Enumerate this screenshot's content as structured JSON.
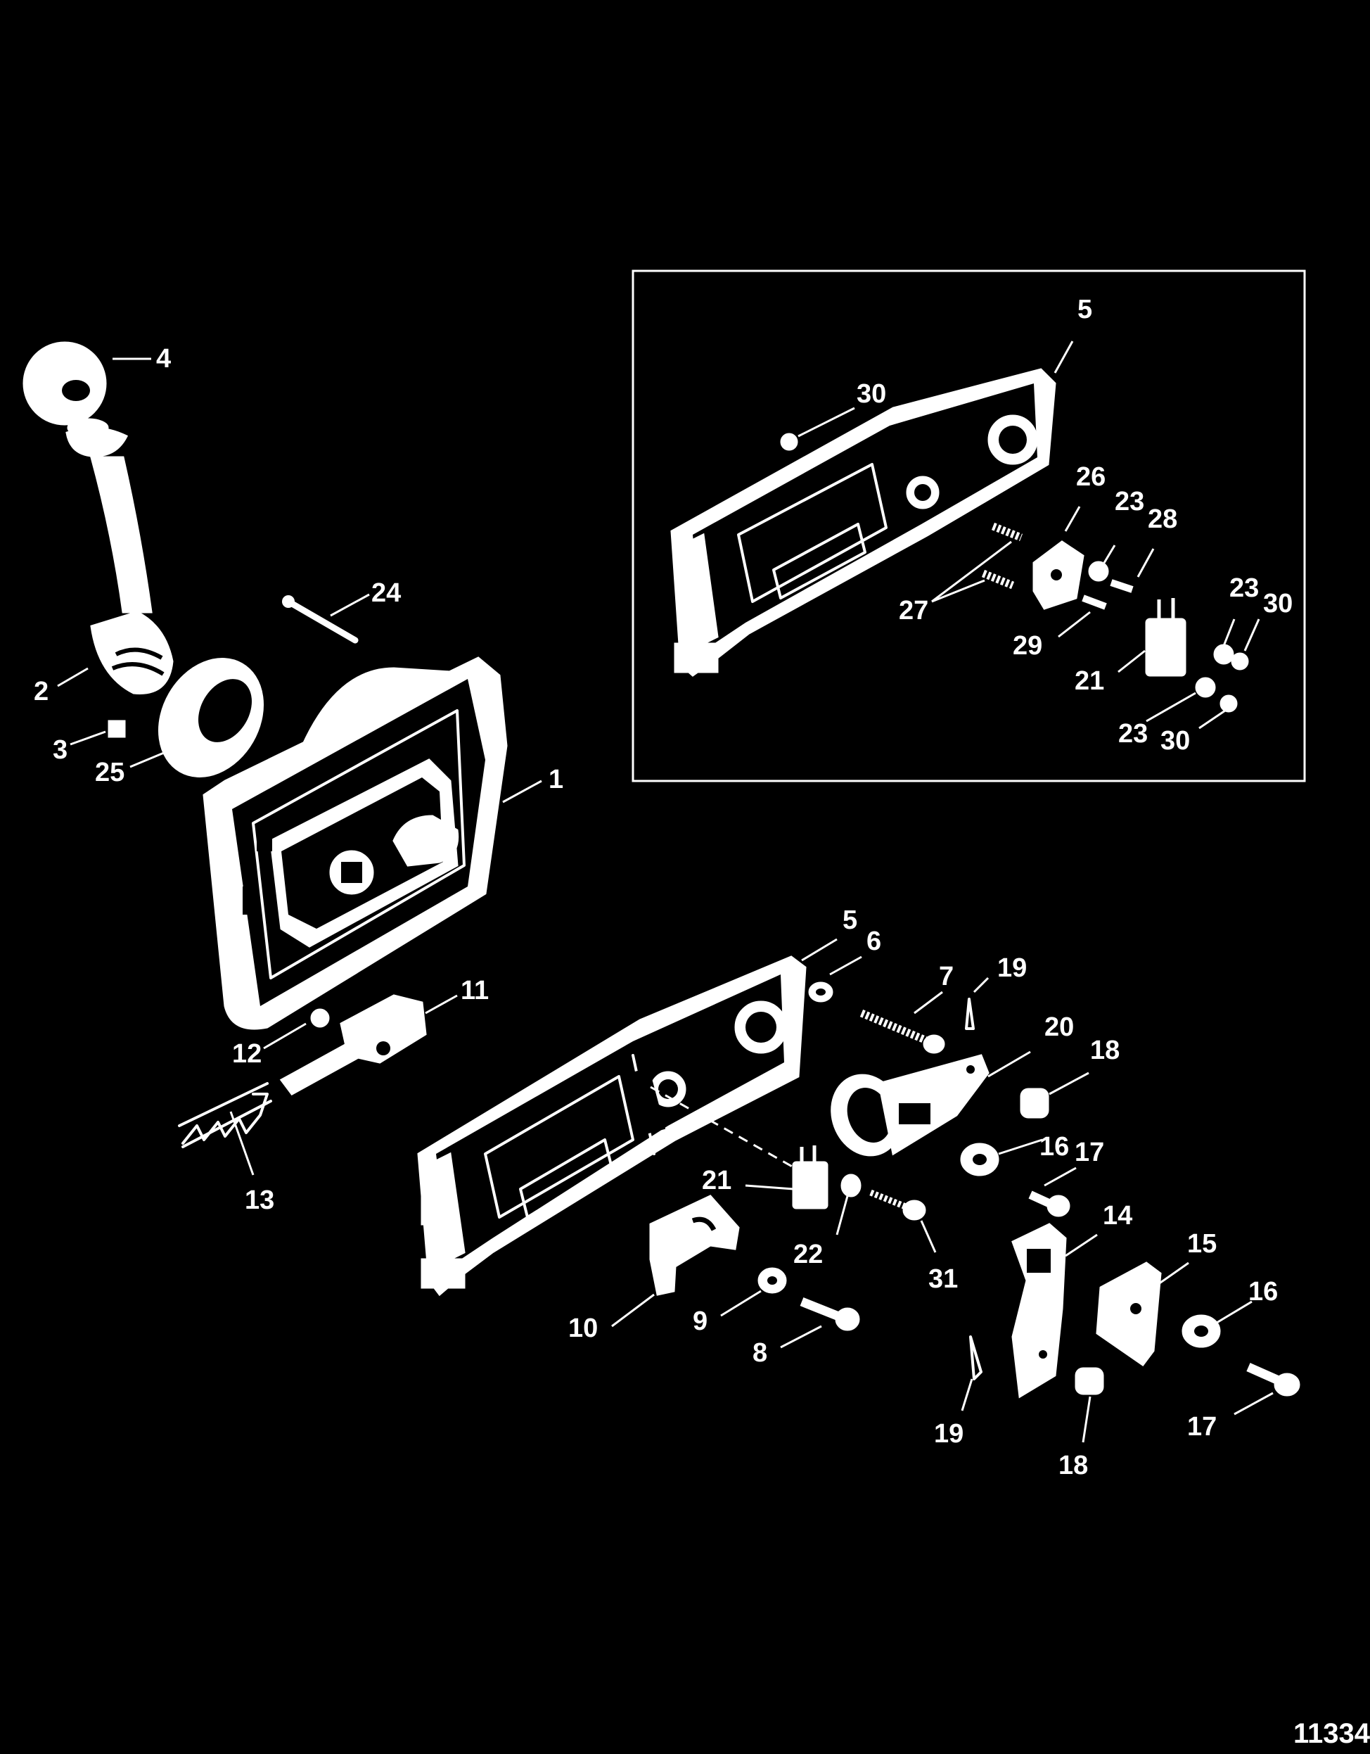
{
  "figure": {
    "number": "11334"
  },
  "callouts": [
    {
      "id": "c4",
      "label": "4"
    },
    {
      "id": "c2",
      "label": "2"
    },
    {
      "id": "c3",
      "label": "3"
    },
    {
      "id": "c25",
      "label": "25"
    },
    {
      "id": "c24",
      "label": "24"
    },
    {
      "id": "c1",
      "label": "1"
    },
    {
      "id": "c11",
      "label": "11"
    },
    {
      "id": "c12",
      "label": "12"
    },
    {
      "id": "c13",
      "label": "13"
    },
    {
      "id": "c5",
      "label": "5"
    },
    {
      "id": "c6",
      "label": "6"
    },
    {
      "id": "c7",
      "label": "7"
    },
    {
      "id": "c19a",
      "label": "19"
    },
    {
      "id": "c20",
      "label": "20"
    },
    {
      "id": "c18a",
      "label": "18"
    },
    {
      "id": "c16a",
      "label": "16"
    },
    {
      "id": "c17a",
      "label": "17"
    },
    {
      "id": "c21",
      "label": "21"
    },
    {
      "id": "c22",
      "label": "22"
    },
    {
      "id": "c31",
      "label": "31"
    },
    {
      "id": "c14",
      "label": "14"
    },
    {
      "id": "c15",
      "label": "15"
    },
    {
      "id": "c16b",
      "label": "16"
    },
    {
      "id": "c10",
      "label": "10"
    },
    {
      "id": "c9",
      "label": "9"
    },
    {
      "id": "c8",
      "label": "8"
    },
    {
      "id": "c19b",
      "label": "19"
    },
    {
      "id": "c18b",
      "label": "18"
    },
    {
      "id": "c17b",
      "label": "17"
    }
  ],
  "inset_callouts": [
    {
      "id": "i5",
      "label": "5"
    },
    {
      "id": "i30a",
      "label": "30"
    },
    {
      "id": "i26",
      "label": "26"
    },
    {
      "id": "i23a",
      "label": "23"
    },
    {
      "id": "i28",
      "label": "28"
    },
    {
      "id": "i27",
      "label": "27"
    },
    {
      "id": "i29",
      "label": "29"
    },
    {
      "id": "i23b",
      "label": "23"
    },
    {
      "id": "i30b",
      "label": "30"
    },
    {
      "id": "i21",
      "label": "21"
    },
    {
      "id": "i23c",
      "label": "23"
    },
    {
      "id": "i30c",
      "label": "30"
    }
  ]
}
